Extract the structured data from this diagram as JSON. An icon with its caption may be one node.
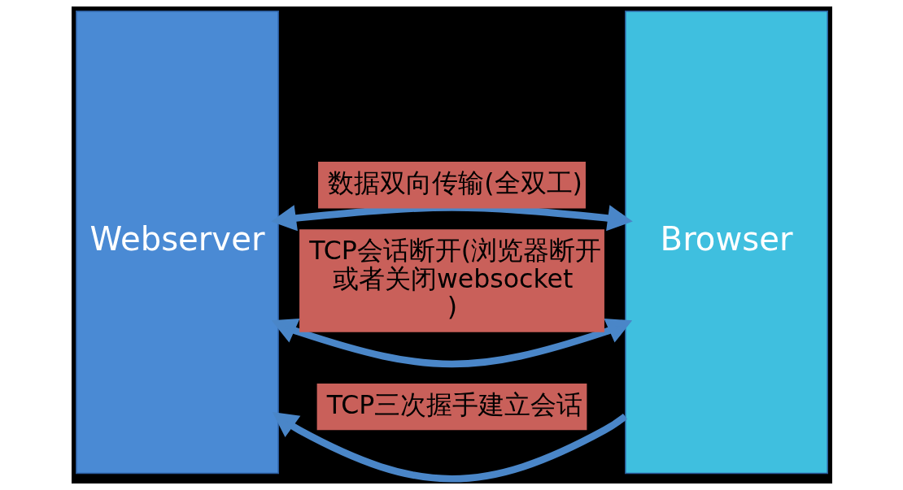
{
  "diagram": {
    "nodes": [
      {
        "text": [
          "Webserver"
        ]
      },
      {
        "text": [
          "Browser"
        ]
      }
    ],
    "edges": [
      {
        "from": 1,
        "to": 0,
        "arrow": "to",
        "label": "TCP三次握手建立会话"
      },
      {
        "from": 0,
        "to": 1,
        "arrow": "both",
        "label": "数据双向传输(全双工)"
      },
      {
        "from": 0,
        "to": 1,
        "arrow": "both",
        "label": "TCP会话断开(浏览器断开或者关闭websocket)"
      }
    ]
  }
}
